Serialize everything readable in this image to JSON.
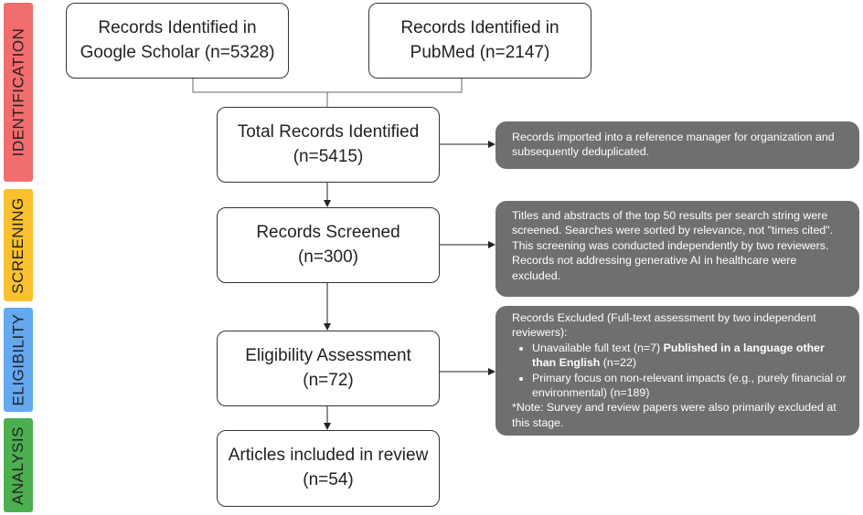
{
  "stages": {
    "identification": "IDENTIFICATION",
    "screening": "SCREENING",
    "eligibility": "ELIGIBILITY",
    "analysis": "ANALYSIS"
  },
  "boxes": {
    "google_scholar": {
      "line1": "Records Identified in",
      "line2": "Google Scholar (n=5328)"
    },
    "pubmed": {
      "line1": "Records Identified in",
      "line2": "PubMed (n=2147)"
    },
    "total": {
      "line1": "Total Records Identified",
      "line2": "(n=5415)"
    },
    "screened": {
      "line1": "Records Screened",
      "line2": "(n=300)"
    },
    "eligibility": {
      "line1": "Eligibility Assessment",
      "line2": "(n=72)"
    },
    "included": {
      "line1": "Articles included in review",
      "line2": "(n=54)"
    }
  },
  "notes": {
    "dedup": "Records imported into a reference manager for organization and subsequently deduplicated.",
    "screening": "Titles and abstracts of the top 50 results per search string were screened. Searches were sorted by relevance, not \"times cited\". This screening was conducted independently by two reviewers. Records not addressing generative AI in healthcare were excluded.",
    "excluded": {
      "heading": "Records Excluded (Full-text assessment by two independent reviewers):",
      "bullet1_a": "Unavailable full text (n=7) ",
      "bullet1_bold": "Published in a language other than English",
      "bullet1_b": " (n=22)",
      "bullet2": "Primary focus on non-relevant impacts (e.g., purely financial or environmental) (n=189)",
      "footnote": "*Note: Survey and review papers were also primarily excluded at this stage."
    }
  },
  "colors": {
    "identification": "#f26d6d",
    "screening": "#fbc02d",
    "eligibility": "#64a8f0",
    "analysis": "#4caf50",
    "note_bg": "#6f6f6f"
  }
}
